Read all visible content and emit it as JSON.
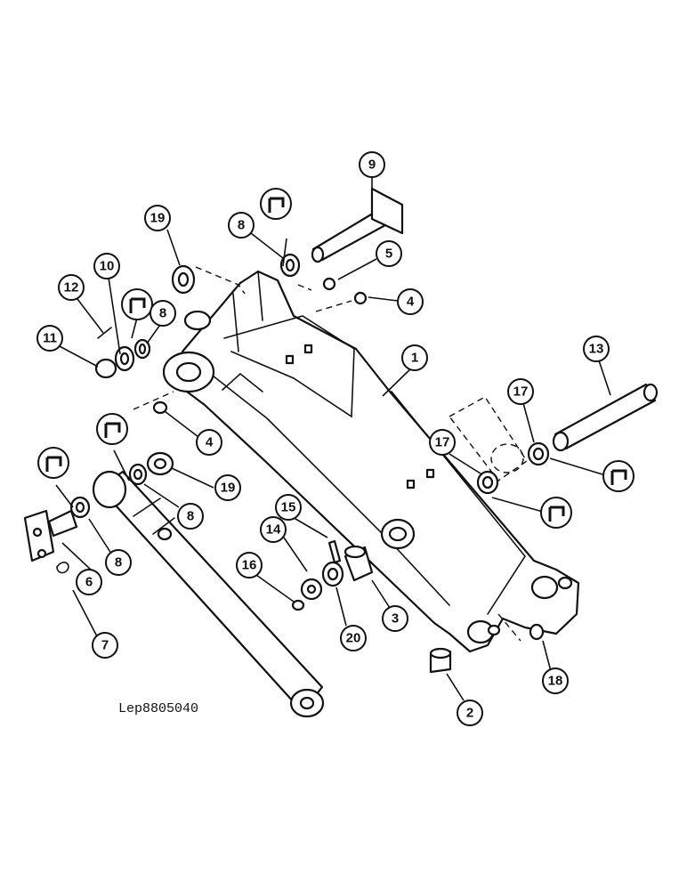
{
  "drawing": {
    "reference_code": "Lep8805040",
    "callouts": [
      {
        "id": "c9",
        "label": "9"
      },
      {
        "id": "c8a",
        "label": "8"
      },
      {
        "id": "c19a",
        "label": "19"
      },
      {
        "id": "c5",
        "label": "5"
      },
      {
        "id": "c4a",
        "label": "4"
      },
      {
        "id": "c10",
        "label": "10"
      },
      {
        "id": "c12",
        "label": "12"
      },
      {
        "id": "c8b",
        "label": "8"
      },
      {
        "id": "c11",
        "label": "11"
      },
      {
        "id": "c1",
        "label": "1"
      },
      {
        "id": "c13",
        "label": "13"
      },
      {
        "id": "c17a",
        "label": "17"
      },
      {
        "id": "c4b",
        "label": "4"
      },
      {
        "id": "c17b",
        "label": "17"
      },
      {
        "id": "c19b",
        "label": "19"
      },
      {
        "id": "c8c",
        "label": "8"
      },
      {
        "id": "c15",
        "label": "15"
      },
      {
        "id": "c14",
        "label": "14"
      },
      {
        "id": "c8d",
        "label": "8"
      },
      {
        "id": "c16",
        "label": "16"
      },
      {
        "id": "c6",
        "label": "6"
      },
      {
        "id": "c3",
        "label": "3"
      },
      {
        "id": "c20",
        "label": "20"
      },
      {
        "id": "c7",
        "label": "7"
      },
      {
        "id": "c18",
        "label": "18"
      },
      {
        "id": "c2",
        "label": "2"
      }
    ],
    "seal_symbol": "seal-kit-icon"
  }
}
